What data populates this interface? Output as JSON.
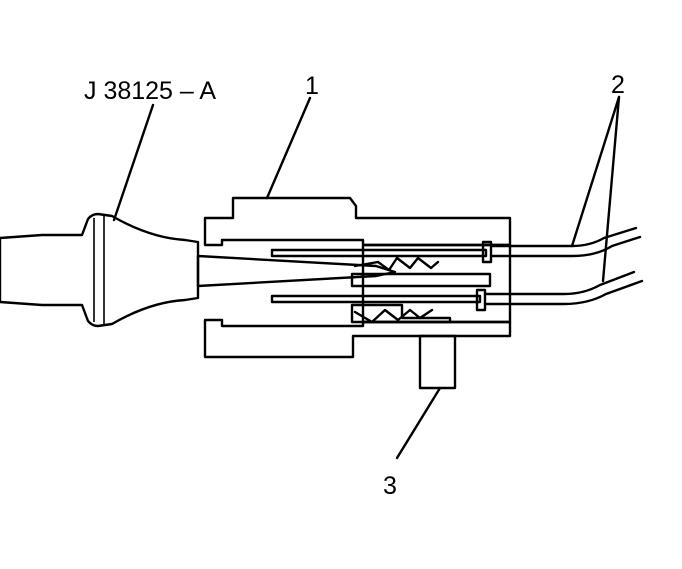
{
  "diagram": {
    "labels": {
      "tool": "J 38125 – A",
      "part1": "1",
      "part2": "2",
      "part3": "3"
    },
    "colors": {
      "ink": "#000000",
      "paper": "#ffffff"
    }
  }
}
